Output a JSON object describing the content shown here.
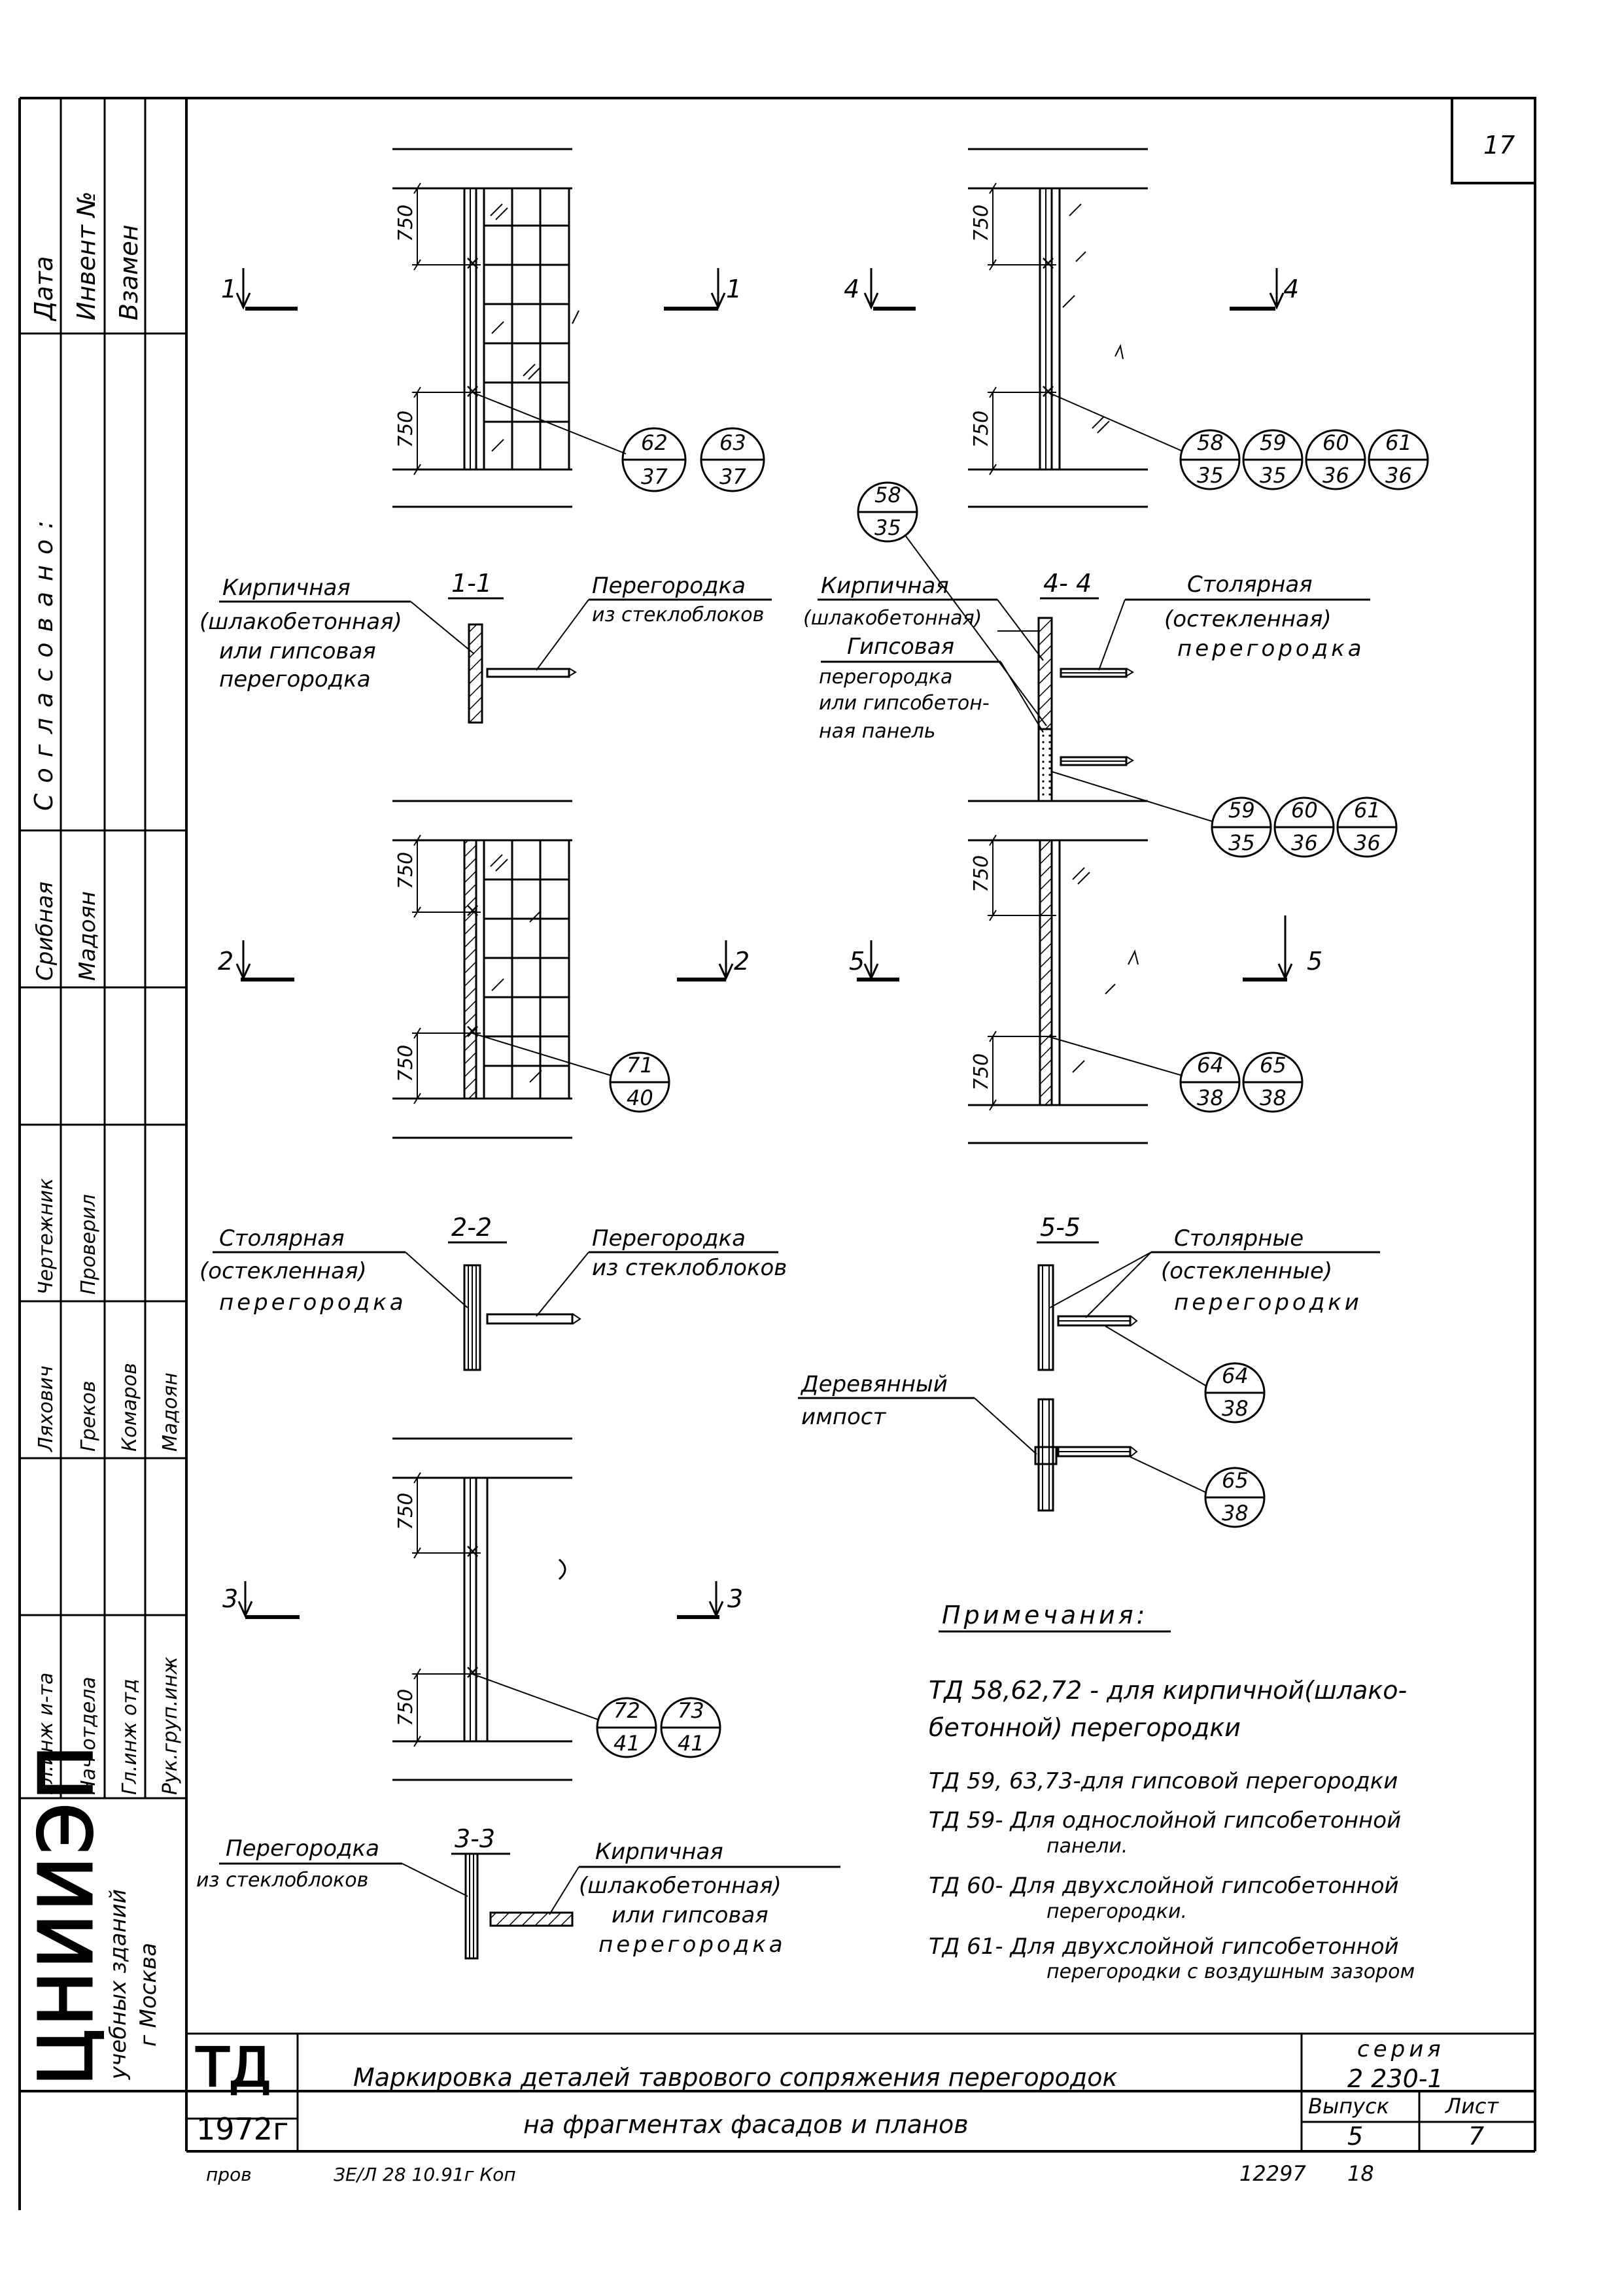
{
  "sheet": {
    "page_number": "17",
    "side_stamp": {
      "data_lbl": "Дата",
      "inv_lbl": "Инвент №",
      "vzamen_lbl": "Взамен",
      "soglasovano_lbl": "Согласовано:",
      "grib": "Срибная",
      "madoyan1": "Мадоян",
      "chert_lbl": "Чертежник",
      "prov_lbl": "Проверил",
      "lyakhovich": "Ляхович",
      "grekov": "Греков",
      "komarov": "Комаров",
      "madoyan2": "Мадоян",
      "gl_inzh": "Гл.инж и-та",
      "nach_otd": "Нач отдела",
      "gl_inzh_otd": "Гл.инж отд",
      "ruk_grup": "Рук.груп.инж",
      "org_logo": "ЦНИИЭП",
      "org_line1": "учебных зданий",
      "org_line2": "г Москва"
    },
    "title_block": {
      "td": "ТД",
      "year": "1972г",
      "title_line1": "Маркировка деталей таврового сопряжения перегородок",
      "title_line2": "на фрагментах фасадов и планов",
      "seria_lbl": "серия",
      "seria_val": "2 230-1",
      "vypusk_lbl": "Выпуск",
      "vypusk_val": "5",
      "list_lbl": "Лист",
      "list_val": "7"
    },
    "footer": {
      "left": "пров",
      "sig": "ЗЕ/Л 28 10.91г Коп",
      "right1": "12297",
      "right2": "18"
    }
  },
  "dims": {
    "d750": "750"
  },
  "markers": {
    "s1": "1",
    "s2": "2",
    "s3": "3",
    "s4": "4",
    "s5": "5",
    "c11": "1-1",
    "c22": "2-2",
    "c33": "3-3",
    "c44": "4- 4",
    "c55": "5-5"
  },
  "callouts": {
    "a_62": "62",
    "a_37a": "37",
    "a_63": "63",
    "a_37b": "37",
    "b_58": "58",
    "b_35a": "35",
    "b_59": "59",
    "b_35b": "35",
    "b_60": "60",
    "b_36a": "36",
    "b_61": "61",
    "b_36b": "36",
    "c_58": "58",
    "c_35": "35",
    "d_59": "59",
    "d_35": "35",
    "d_60": "60",
    "d_36a": "36",
    "d_61": "61",
    "d_36b": "36",
    "e_71": "71",
    "e_40": "40",
    "f_64": "64",
    "f_38a": "38",
    "f_65": "65",
    "f_38b": "38",
    "g_64": "64",
    "g_38": "38",
    "h_65": "65",
    "h_38": "38",
    "i_72": "72",
    "i_41a": "41",
    "i_73": "73",
    "i_41b": "41"
  },
  "labels": {
    "k11_1": "Кирпичная",
    "k11_2": "(шлакобетонная)",
    "k11_3": "или гипсовая",
    "k11_4": "перегородка",
    "p11_1": "Перегородка",
    "p11_2": "из стеклоблоков",
    "k44_1": "Кирпичная",
    "k44_2": "(шлакобетонная)",
    "g44_1": "Гипсовая",
    "g44_2": "перегородка",
    "g44_3": "или гипсобетон-",
    "g44_4": "ная панель",
    "s44_1": "Столярная",
    "s44_2": "(остекленная)",
    "s44_3": "перегородка",
    "s22_1": "Столярная",
    "s22_2": "(остекленная)",
    "s22_3": "перегородка",
    "p22_1": "Перегородка",
    "p22_2": "из стеклоблоков",
    "s55_1": "Столярные",
    "s55_2": "(остекленные)",
    "s55_3": "перегородки",
    "d55_1": "Деревянный",
    "d55_2": "импост",
    "p33_1": "Перегородка",
    "p33_2": "из стеклоблоков",
    "k33_1": "Кирпичная",
    "k33_2": "(шлакобетонная)",
    "k33_3": "или гипсовая",
    "k33_4": "перегородка"
  },
  "notes": {
    "heading": "Примечания:",
    "n1a": "ТД 58,62,72 - для кирпичной(шлако-",
    "n1b": "бетонной) перегородки",
    "n2": "ТД 59, 63,73-для гипсовой перегородки",
    "n3a": "ТД 59-  Для однослойной гипсобетонной",
    "n3b": "панели.",
    "n4a": "ТД 60-  Для двухслойной гипсобетонной",
    "n4b": "перегородки.",
    "n5a": "ТД 61-  Для двухслойной гипсобетонной",
    "n5b": "перегородки с воздушным зазором"
  }
}
